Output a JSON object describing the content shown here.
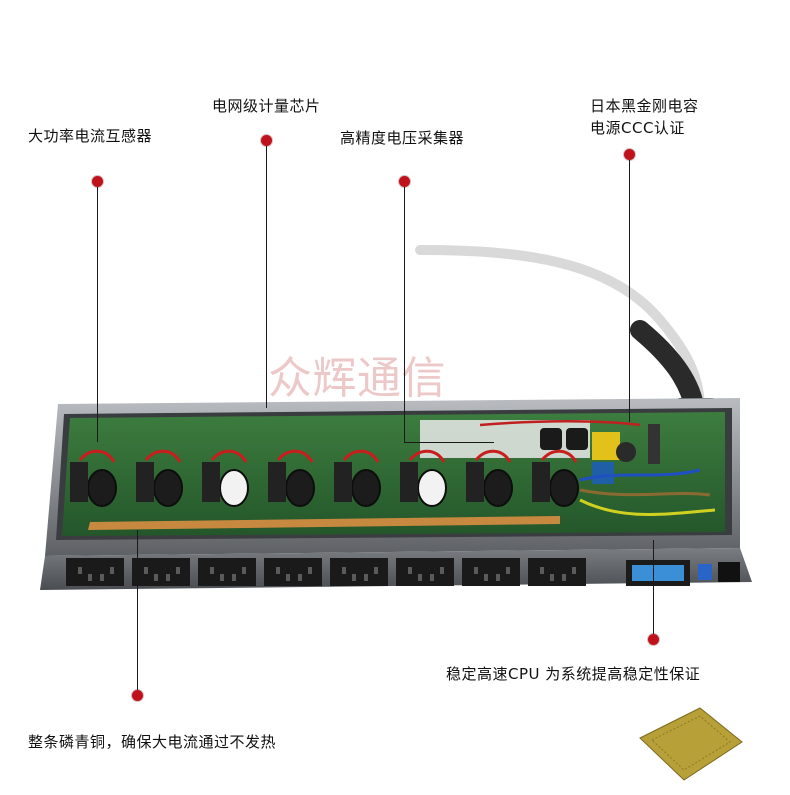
{
  "callouts": {
    "current_transformer": "大功率电流互感器",
    "metering_chip": "电网级计量芯片",
    "voltage_sampler": "高精度电压采集器",
    "capacitor_line1": "日本黑金刚电容",
    "capacitor_line2": "电源CCC认证",
    "cpu": "稳定高速CPU 为系统提高稳定性保证",
    "copper_bar": "整条磷青铜，确保大电流通过不发热"
  },
  "watermark": "众辉通信",
  "colors": {
    "callout_dot": "#c0121c",
    "pcb_green": "#2f6b34",
    "chassis_gray": "#8a8d91",
    "watermark": "#e8b6b6"
  },
  "outlet_count": 8
}
